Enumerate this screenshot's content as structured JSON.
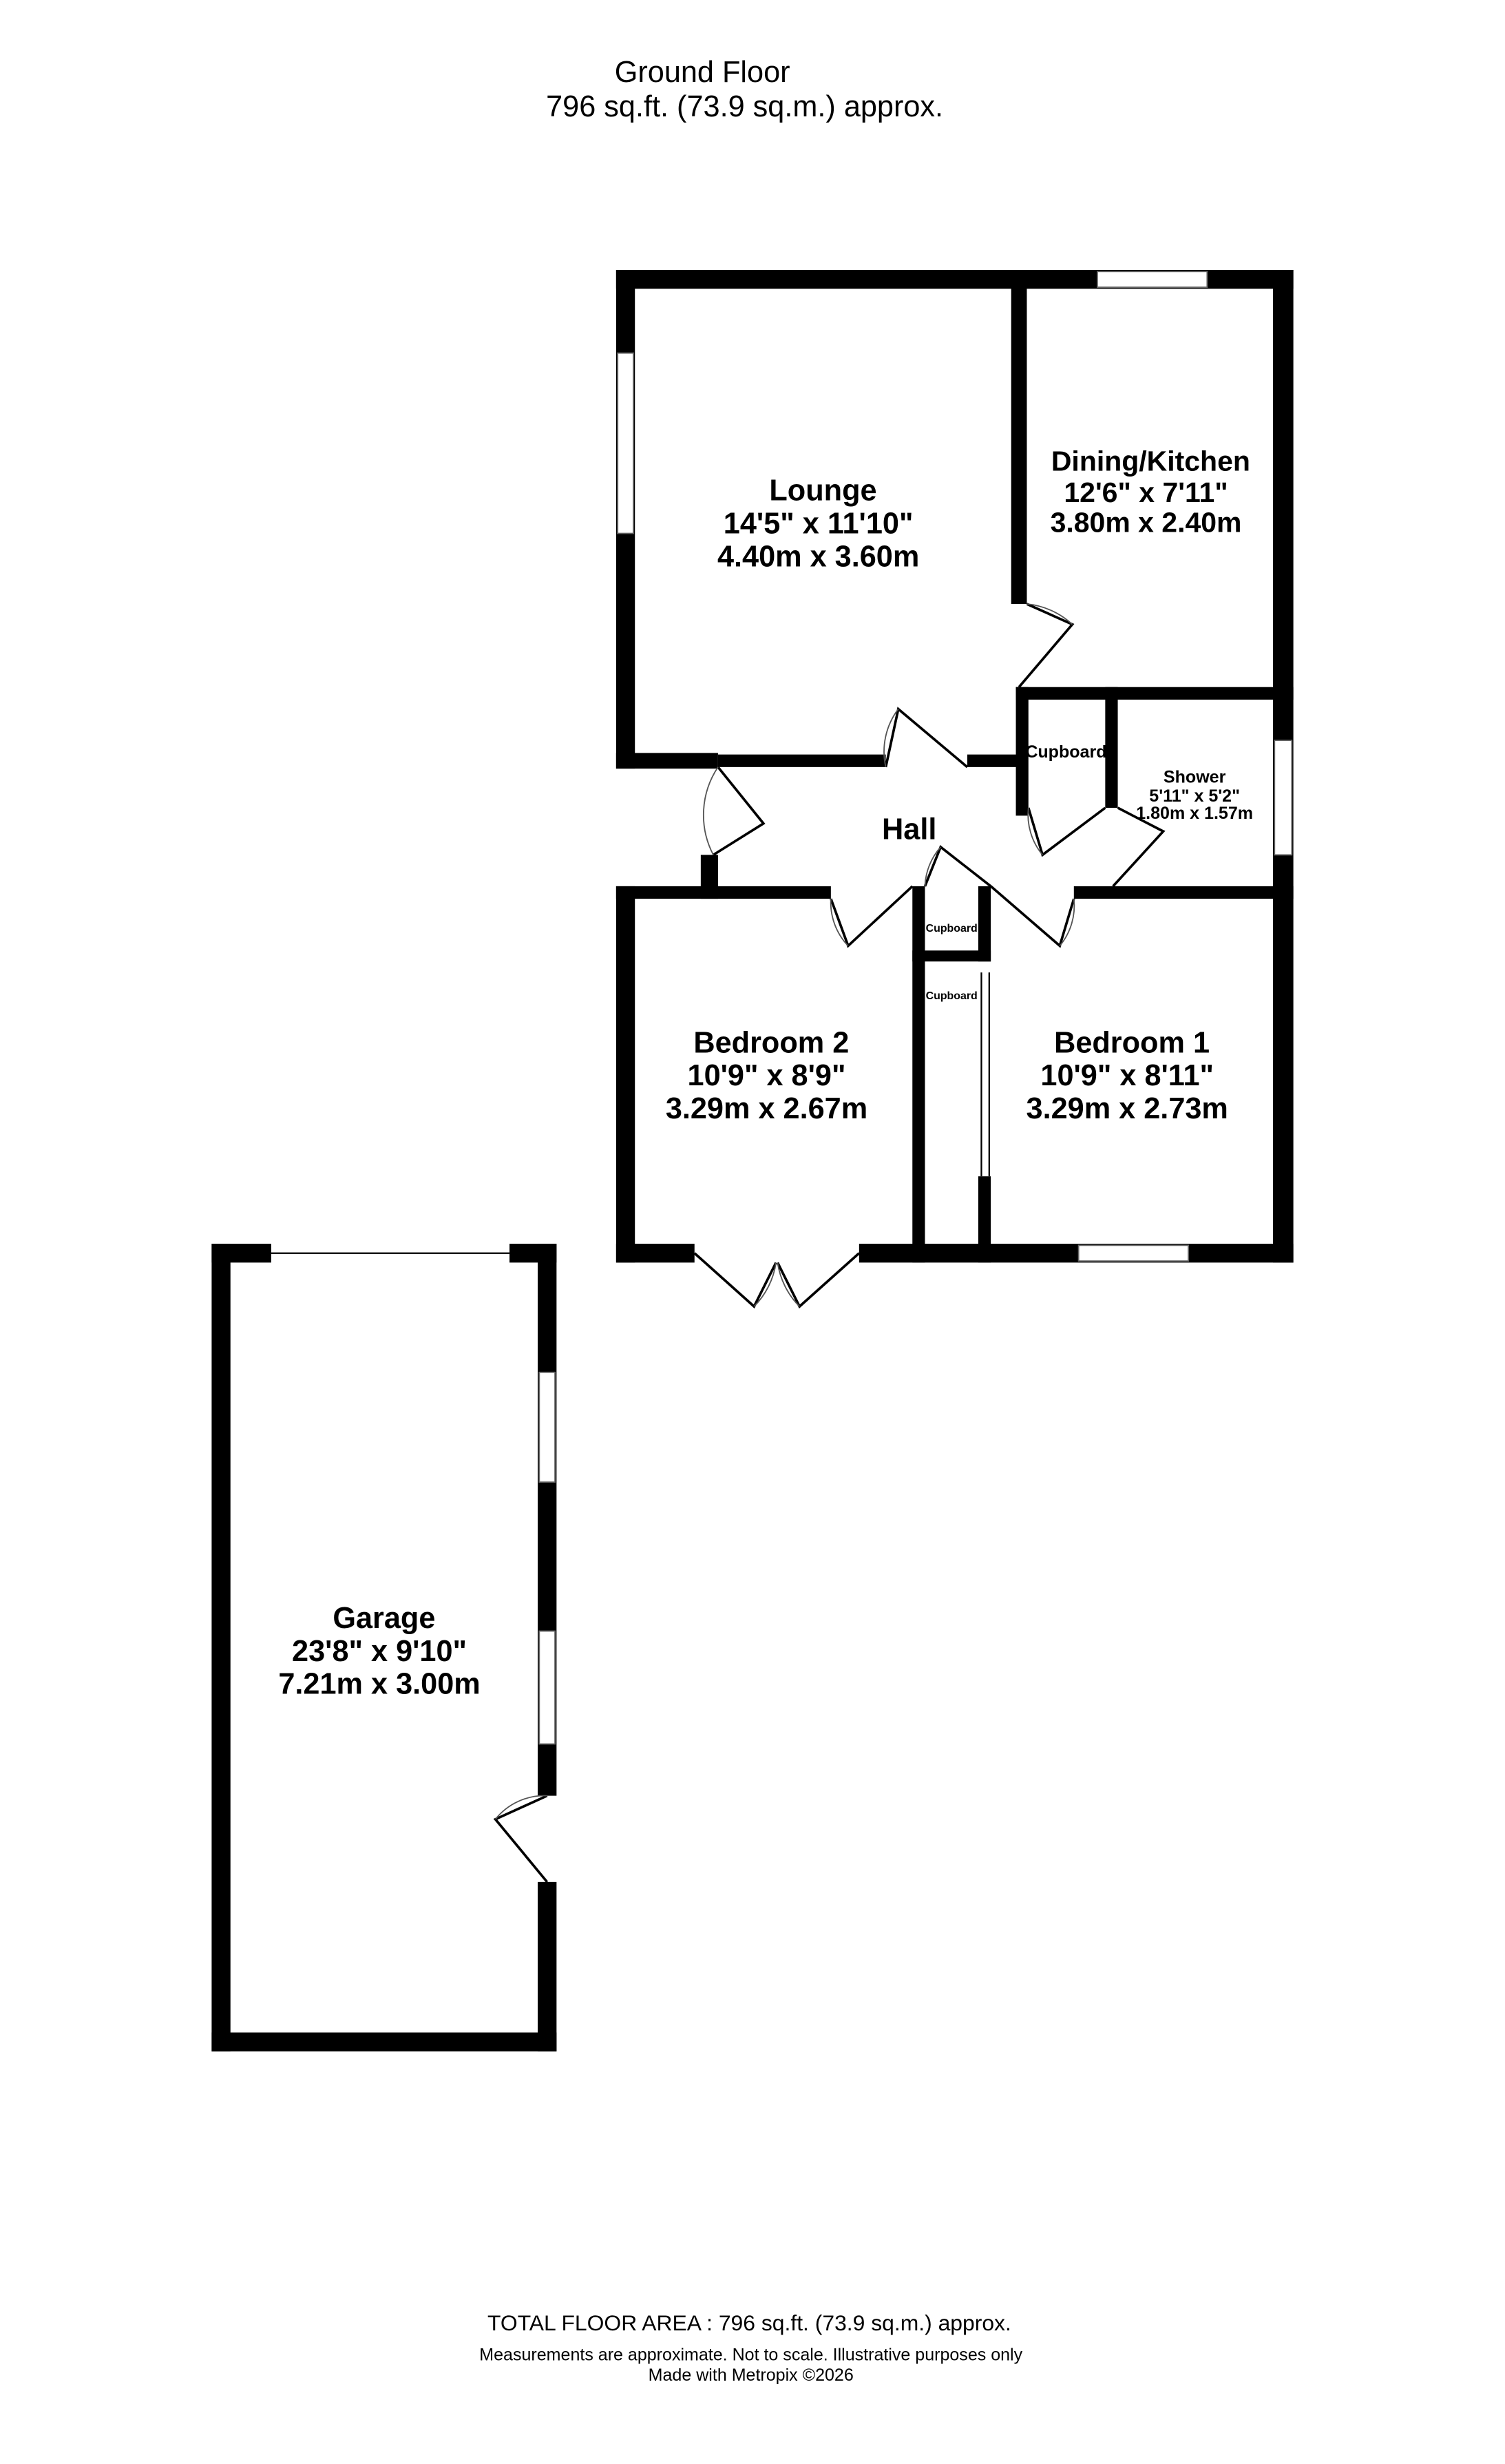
{
  "header": {
    "title": "Ground Floor",
    "area": "796 sq.ft. (73.9 sq.m.) approx."
  },
  "rooms": {
    "lounge": {
      "name": "Lounge",
      "imperial": "14'5\"  x 11'10\"",
      "metric": "4.40m  x 3.60m"
    },
    "dining": {
      "name": "Dining/Kitchen",
      "imperial": "12'6\"  x 7'11\"",
      "metric": "3.80m  x 2.40m"
    },
    "cupboard_hall": {
      "name": "Cupboard"
    },
    "shower": {
      "name": "Shower",
      "imperial": "5'11\"  x 5'2\"",
      "metric": "1.80m  x 1.57m"
    },
    "hall": {
      "name": "Hall"
    },
    "cupboard_a": {
      "name": "Cupboard"
    },
    "cupboard_b": {
      "name": "Cupboard"
    },
    "bedroom2": {
      "name": "Bedroom 2",
      "imperial": "10'9\"  x 8'9\"",
      "metric": "3.29m  x 2.67m"
    },
    "bedroom1": {
      "name": "Bedroom 1",
      "imperial": "10'9\"  x 8'11\"",
      "metric": "3.29m  x 2.73m"
    },
    "garage": {
      "name": "Garage",
      "imperial": "23'8\"  x 9'10\"",
      "metric": "7.21m  x 3.00m"
    }
  },
  "footer": {
    "total": "TOTAL FLOOR AREA : 796 sq.ft. (73.9 sq.m.) approx.",
    "disclaimer": "Measurements are approximate.  Not to scale.  Illustrative purposes only",
    "credit": "Made with Metropix ©2026"
  }
}
